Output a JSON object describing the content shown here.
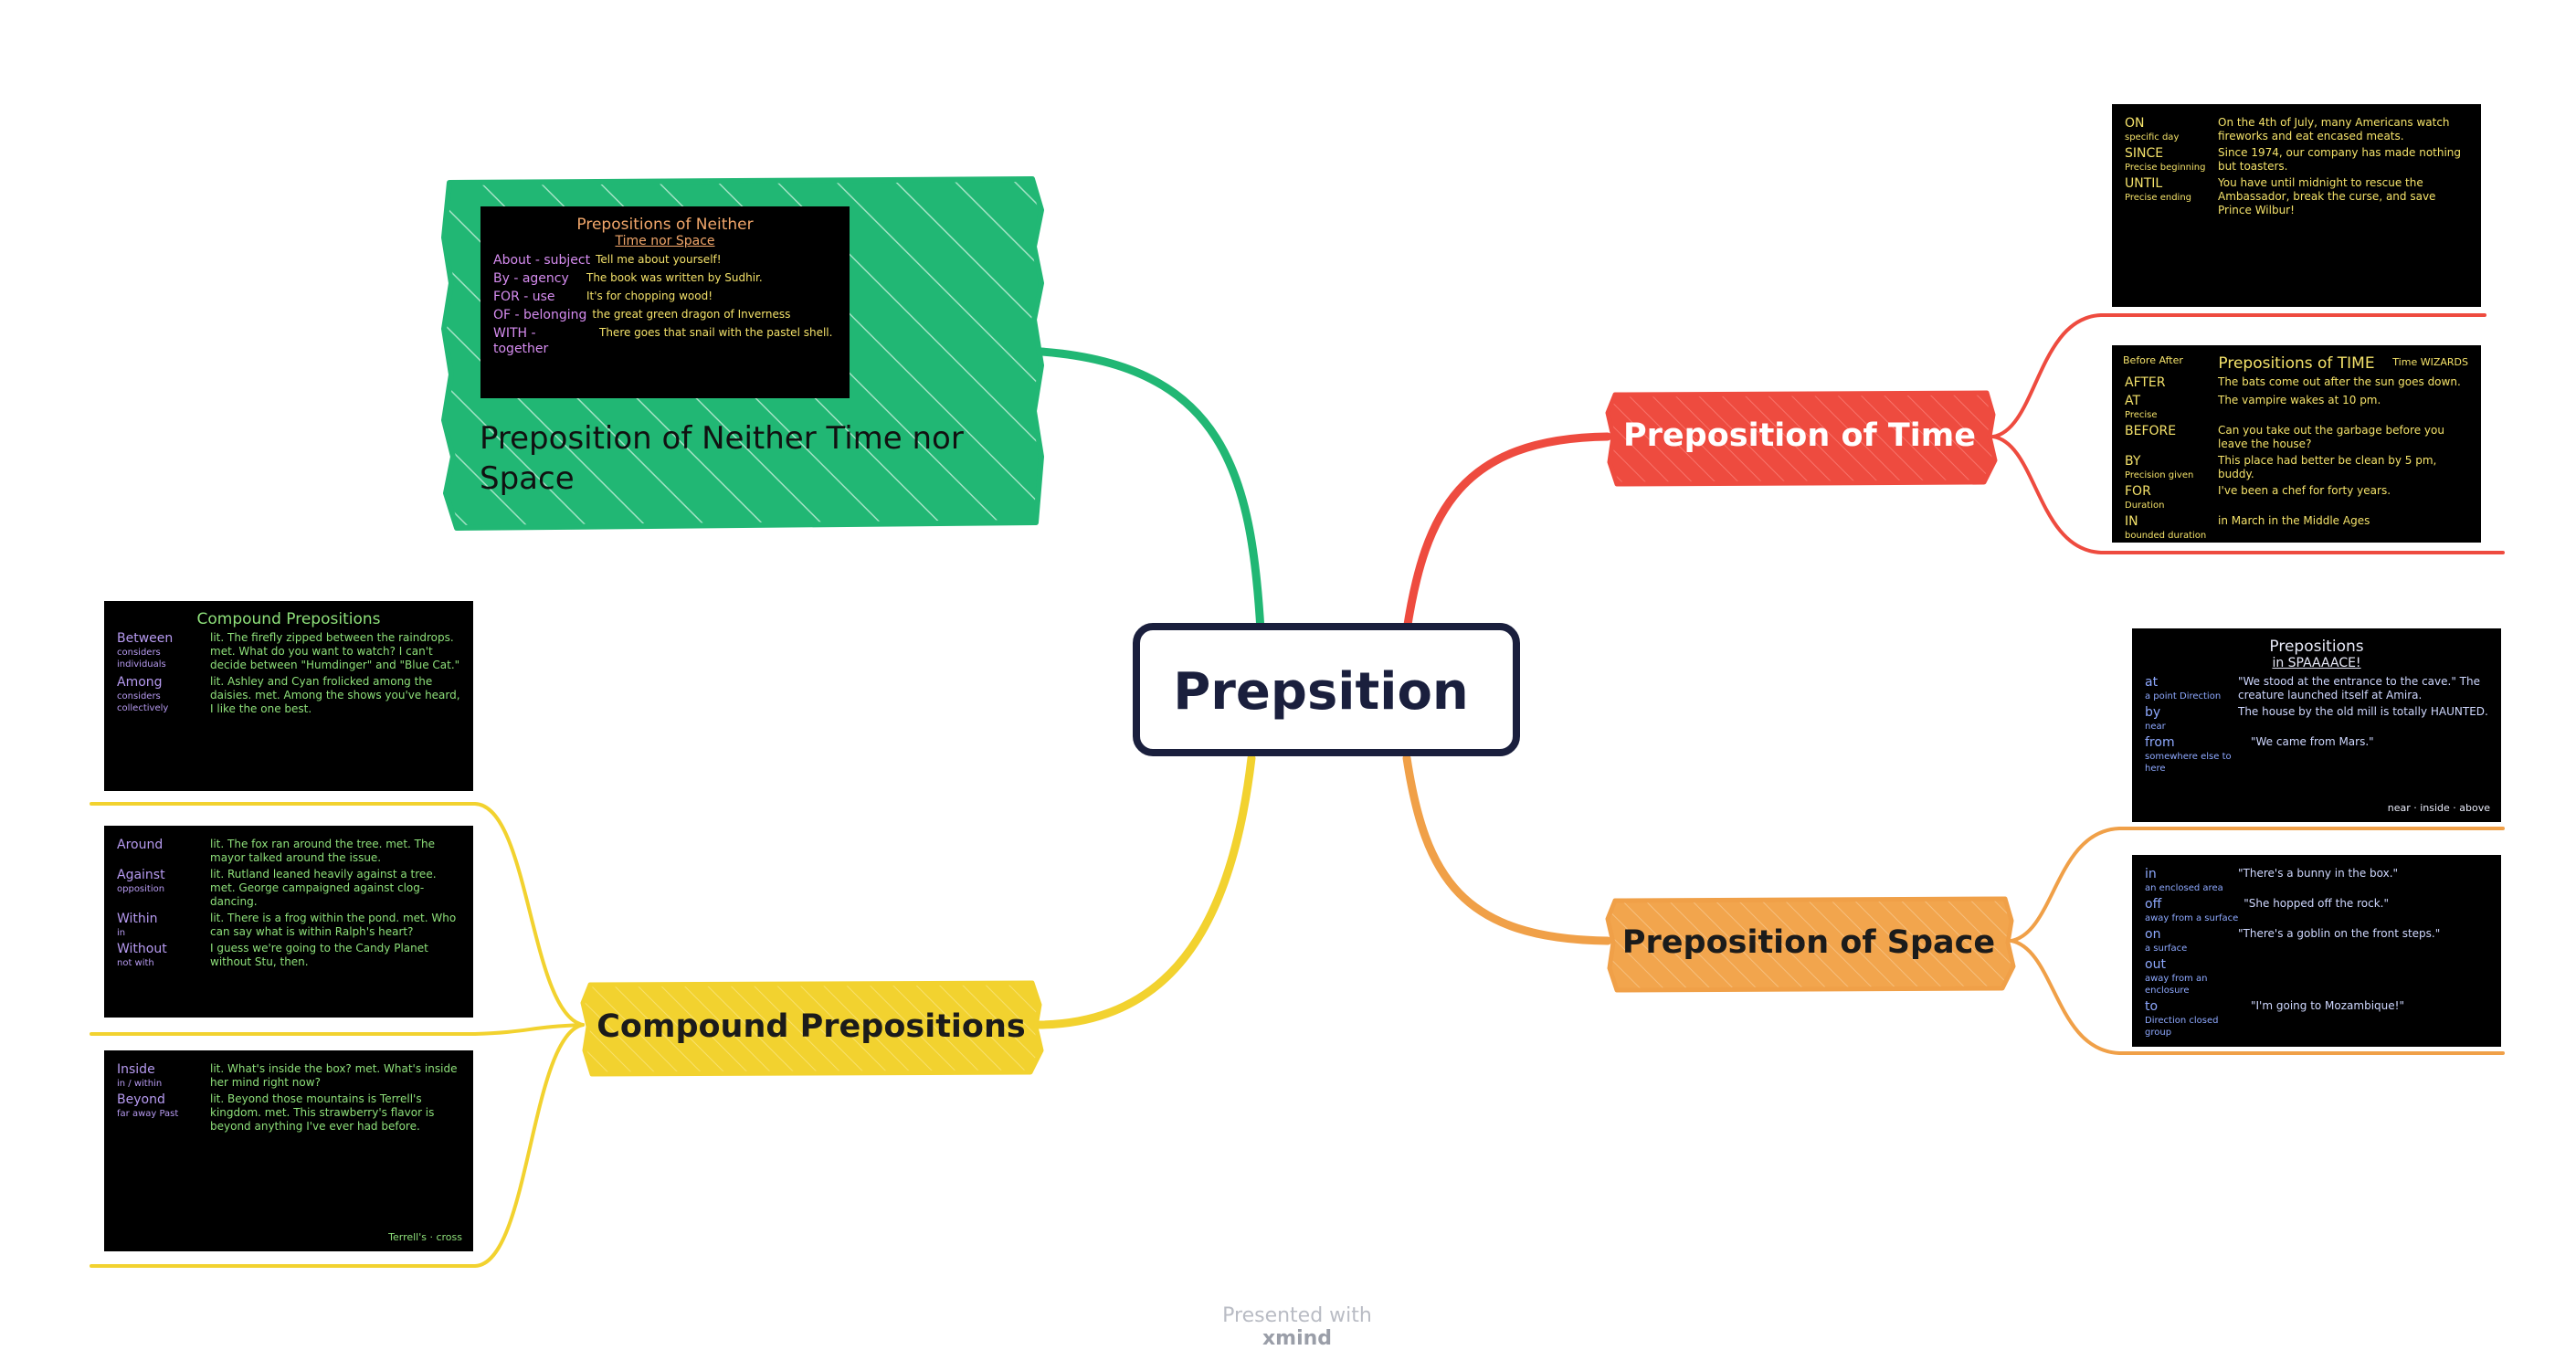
{
  "central": {
    "label": "Prepsition"
  },
  "topics": {
    "time": {
      "label": "Preposition of Time",
      "color": "#ee4b3f"
    },
    "space": {
      "label": "Preposition of Space",
      "color": "#f0a048"
    },
    "compound": {
      "label": "Compound Prepositions",
      "color": "#f2d22f"
    },
    "neither": {
      "label": "Preposition of Neither Time nor Space",
      "color": "#21b774"
    }
  },
  "images": {
    "neither_card": {
      "title": "Prepositions of Neither",
      "subtitle": "Time nor Space",
      "rows": [
        {
          "word": "About - subject",
          "example": "Tell me about yourself!"
        },
        {
          "word": "By - agency",
          "example": "The book was written by Sudhir."
        },
        {
          "word": "FOR - use",
          "example": "It's for chopping wood!"
        },
        {
          "word": "OF - belonging",
          "example": "the great green dragon of Inverness"
        },
        {
          "word": "WITH - together",
          "example": "There goes that snail with the pastel shell."
        }
      ]
    },
    "time_card_1": {
      "rows": [
        {
          "word": "ON",
          "note": "specific day",
          "example": "On the 4th of July, many Americans watch fireworks and eat encased meats."
        },
        {
          "word": "SINCE",
          "note": "Precise beginning",
          "example": "Since 1974, our company has made nothing but toasters."
        },
        {
          "word": "UNTIL",
          "note": "Precise ending",
          "example": "You have until midnight to rescue the Ambassador, break the curse, and save Prince Wilbur!"
        }
      ]
    },
    "time_card_2": {
      "title": "Prepositions of TIME",
      "tag": "Time WIZARDS",
      "corner": "Before After",
      "rows": [
        {
          "word": "AFTER",
          "example": "The bats come out after the sun goes down."
        },
        {
          "word": "AT",
          "note": "Precise",
          "example": "The vampire wakes at 10 pm."
        },
        {
          "word": "BEFORE",
          "example": "Can you take out the garbage before you leave the house?"
        },
        {
          "word": "BY",
          "note": "Precision given",
          "example": "This place had better be clean by 5 pm, buddy."
        },
        {
          "word": "FOR",
          "note": "Duration",
          "example": "I've been a chef for forty years."
        },
        {
          "word": "IN",
          "note": "bounded duration",
          "example": "in March  in the Middle Ages"
        }
      ]
    },
    "space_card_1": {
      "title": "Prepositions",
      "subtitle": "in SPAAAACE!",
      "tags": [
        "near",
        "inside",
        "above"
      ],
      "rows": [
        {
          "word": "at",
          "note": "a point Direction",
          "example": "\"We stood at the entrance to the cave.\" The creature launched itself at Amira."
        },
        {
          "word": "by",
          "note": "near",
          "example": "The house by the old mill is totally HAUNTED."
        },
        {
          "word": "from",
          "note": "somewhere else to here",
          "example": "\"We came from Mars.\""
        }
      ]
    },
    "space_card_2": {
      "rows": [
        {
          "word": "in",
          "note": "an enclosed area",
          "example": "\"There's a bunny in the box.\""
        },
        {
          "word": "off",
          "note": "away from a surface",
          "example": "\"She hopped off the rock.\""
        },
        {
          "word": "on",
          "note": "a surface",
          "example": "\"There's a goblin on the front steps.\""
        },
        {
          "word": "out",
          "note": "away from an enclosure",
          "example": ""
        },
        {
          "word": "to",
          "note": "Direction closed group",
          "example": "\"I'm going to Mozambique!\""
        }
      ]
    },
    "compound_card_1": {
      "title": "Compound Prepositions",
      "rows": [
        {
          "word": "Between",
          "note": "considers individuals",
          "example": "lit. The firefly zipped between the raindrops. met. What do you want to watch? I can't decide between \"Humdinger\" and \"Blue Cat.\""
        },
        {
          "word": "Among",
          "note": "considers collectively",
          "example": "lit. Ashley and Cyan frolicked among the daisies. met. Among the shows you've heard, I like the one best."
        }
      ]
    },
    "compound_card_2": {
      "rows": [
        {
          "word": "Around",
          "example": "lit. The fox ran around the tree. met. The mayor talked around the issue."
        },
        {
          "word": "Against",
          "note": "opposition",
          "example": "lit. Rutland leaned heavily against a tree. met. George campaigned against clog-dancing."
        },
        {
          "word": "Within",
          "note": "in",
          "example": "lit. There is a frog within the pond. met. Who can say what is within Ralph's heart?"
        },
        {
          "word": "Without",
          "note": "not with",
          "example": "I guess we're going to the Candy Planet without Stu, then."
        }
      ]
    },
    "compound_card_3": {
      "tags": [
        "Terrell's",
        "cross"
      ],
      "rows": [
        {
          "word": "Inside",
          "note": "in / within",
          "example": "lit. What's inside the box? met. What's inside her mind right now?"
        },
        {
          "word": "Beyond",
          "note": "far away Past",
          "example": "lit. Beyond those mountains is Terrell's kingdom. met. This strawberry's flavor is beyond anything I've ever had before."
        }
      ]
    }
  },
  "footer": {
    "prefix": "Presented with",
    "brand": "xmind"
  }
}
